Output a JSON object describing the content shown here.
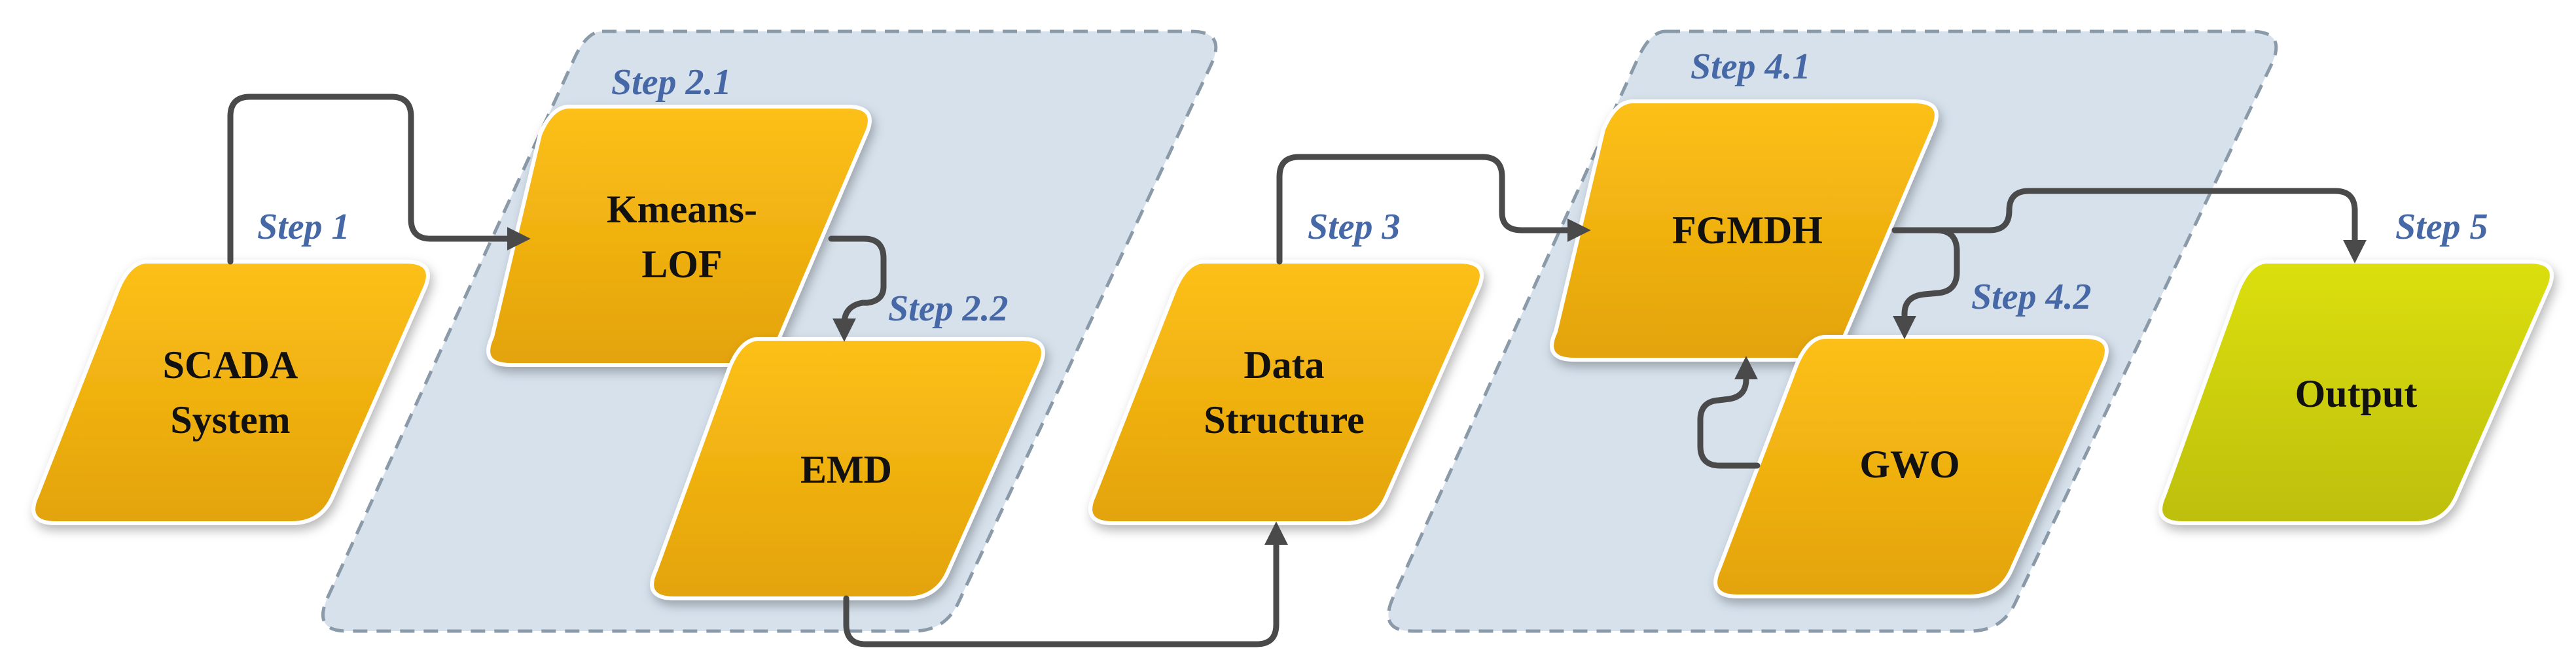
{
  "nodes": {
    "scada": {
      "line1": "SCADA",
      "line2": "System"
    },
    "kmeans_lof": {
      "line1": "Kmeans-",
      "line2": "LOF"
    },
    "emd": {
      "label": "EMD"
    },
    "data_structure": {
      "line1": "Data",
      "line2": "Structure"
    },
    "fgmdh": {
      "label": "FGMDH"
    },
    "gwo": {
      "label": "GWO"
    },
    "output": {
      "label": "Output"
    }
  },
  "steps": {
    "step1": "Step 1",
    "step2_1": "Step 2.1",
    "step2_2": "Step 2.2",
    "step3": "Step 3",
    "step4_1": "Step 4.1",
    "step4_2": "Step 4.2",
    "step5": "Step 5"
  },
  "colors": {
    "node_orange_top": "#fdc01a",
    "node_orange_bottom": "#e3a307",
    "output_green_top": "#dcdf0e",
    "output_green_bottom": "#bdbf08",
    "group_fill": "#d6e1ec",
    "step_label": "#4668a6",
    "arrow": "#4a4a4a"
  }
}
